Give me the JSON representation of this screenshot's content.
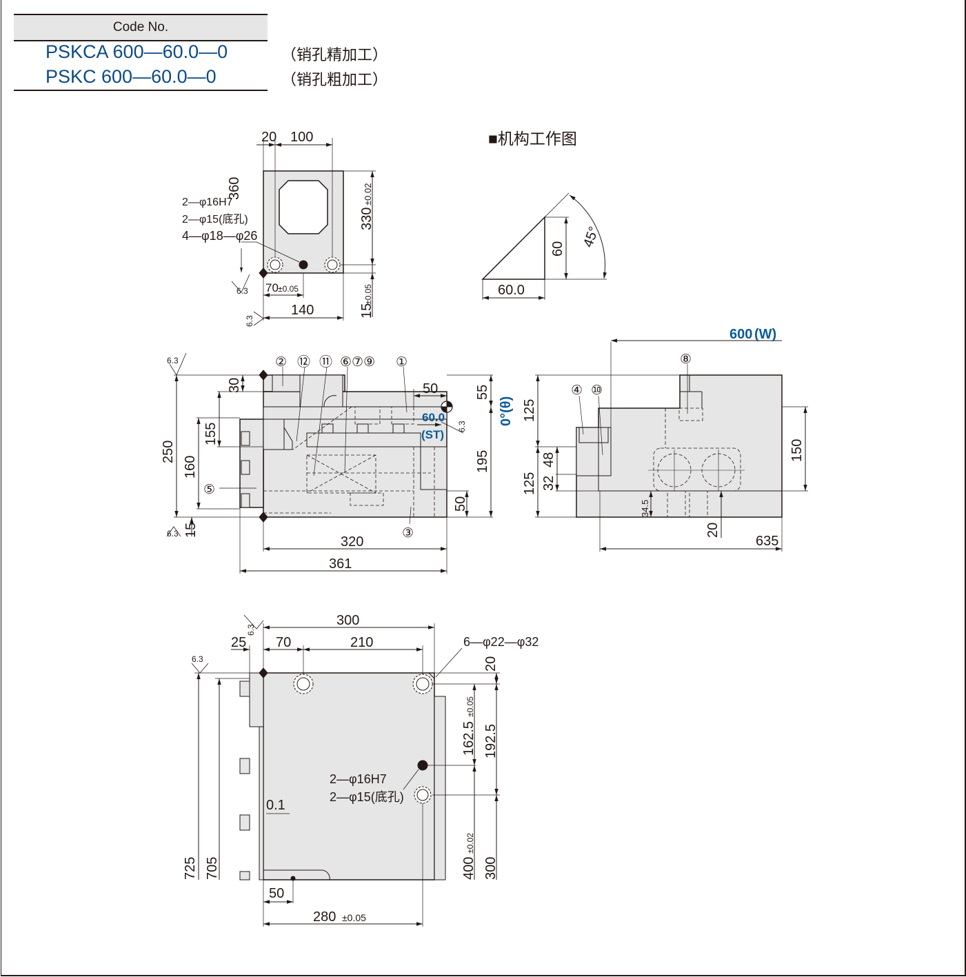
{
  "header": {
    "code_label": "Code No.",
    "codes": [
      {
        "code": "PSKCA 600—60.0—0",
        "note": "（销孔精加工）"
      },
      {
        "code": "PSKC 600—60.0—0",
        "note": "（销孔粗加工）"
      }
    ]
  },
  "mechanism": {
    "title": "■机构工作图",
    "base": "60.0",
    "height": "60",
    "angle": "45°"
  },
  "top_view": {
    "dim_20": "20",
    "dim_100": "100",
    "dim_360": "360",
    "dim_330": "330",
    "dim_330_tol": "±0.02",
    "hole_1": "2—φ16H7",
    "hole_2": "2—φ15(底孔)",
    "hole_3": "4—φ18—φ26",
    "dim_70": "70",
    "dim_70_tol": "±0.05",
    "dim_140": "140",
    "dim_15": "15",
    "dim_15_tol": "±0.05",
    "roughness": "6.3"
  },
  "side_view": {
    "callouts_top": [
      "②",
      "⑫",
      "⑪",
      "⑥⑦⑨",
      "①"
    ],
    "callout_5": "⑤",
    "callout_3": "③",
    "dim_250": "250",
    "dim_160": "160",
    "dim_155": "155",
    "dim_30": "30",
    "dim_15": "15",
    "dim_50_top": "50",
    "dim_55": "55",
    "stroke": "60.0",
    "stroke_label": "(ST)",
    "angle_label": "0°(θ)",
    "dim_195": "195",
    "dim_50_right": "50",
    "dim_320": "320",
    "dim_361": "361",
    "roughness": "6.3"
  },
  "front_view": {
    "width_label": "600",
    "width_unit": "(W)",
    "callout_8": "⑧",
    "callout_4": "④",
    "callout_10": "⑩",
    "dim_125_top": "125",
    "dim_125_bottom": "125",
    "dim_48": "48",
    "dim_32": "32",
    "dim_150": "150",
    "dim_34_5": "34.5",
    "dim_20": "20",
    "dim_635": "635"
  },
  "bottom_view": {
    "dim_300": "300",
    "dim_25": "25",
    "dim_70": "70",
    "dim_210": "210",
    "hole_top": "6—φ22—φ32",
    "dim_20": "20",
    "dim_162_5": "162.5",
    "dim_162_5_tol": "±0.05",
    "dim_192_5": "192.5",
    "hole_1": "2—φ16H7",
    "hole_2": "2—φ15(底孔)",
    "dim_0_1": "0.1",
    "dim_725": "725",
    "dim_705": "705",
    "dim_400": "400",
    "dim_400_tol": "±0.02",
    "dim_300_right": "300",
    "dim_50": "50",
    "dim_280": "280",
    "dim_280_tol": "±0.05",
    "roughness": "6.3"
  }
}
